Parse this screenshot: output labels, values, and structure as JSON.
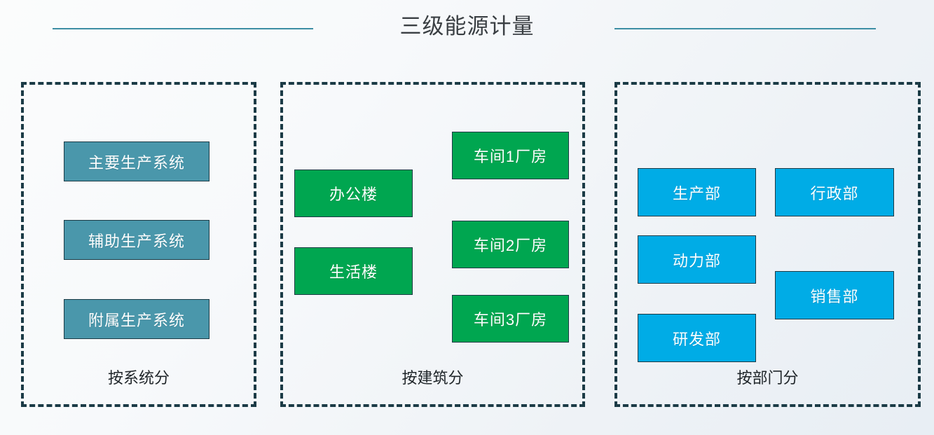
{
  "title": "三级能源计量",
  "colors": {
    "accent_rule": "#3d8ea4",
    "panel_border": "#1b3b46",
    "system_box": "#4a97ab",
    "building_box": "#00a650",
    "department_box": "#00ace6",
    "title_text": "#3a3f43",
    "background": "#f5f8fa"
  },
  "groups": [
    {
      "key": "by_system",
      "caption": "按系统分",
      "nodes": [
        {
          "label": "主要生产系统"
        },
        {
          "label": "辅助生产系统"
        },
        {
          "label": "附属生产系统"
        }
      ]
    },
    {
      "key": "by_building",
      "caption": "按建筑分",
      "nodes": [
        {
          "label": "办公楼"
        },
        {
          "label": "生活楼"
        },
        {
          "label": "车间1厂房"
        },
        {
          "label": "车间2厂房"
        },
        {
          "label": "车间3厂房"
        }
      ]
    },
    {
      "key": "by_department",
      "caption": "按部门分",
      "nodes": [
        {
          "label": "生产部"
        },
        {
          "label": "动力部"
        },
        {
          "label": "研发部"
        },
        {
          "label": "行政部"
        },
        {
          "label": "销售部"
        }
      ]
    }
  ]
}
